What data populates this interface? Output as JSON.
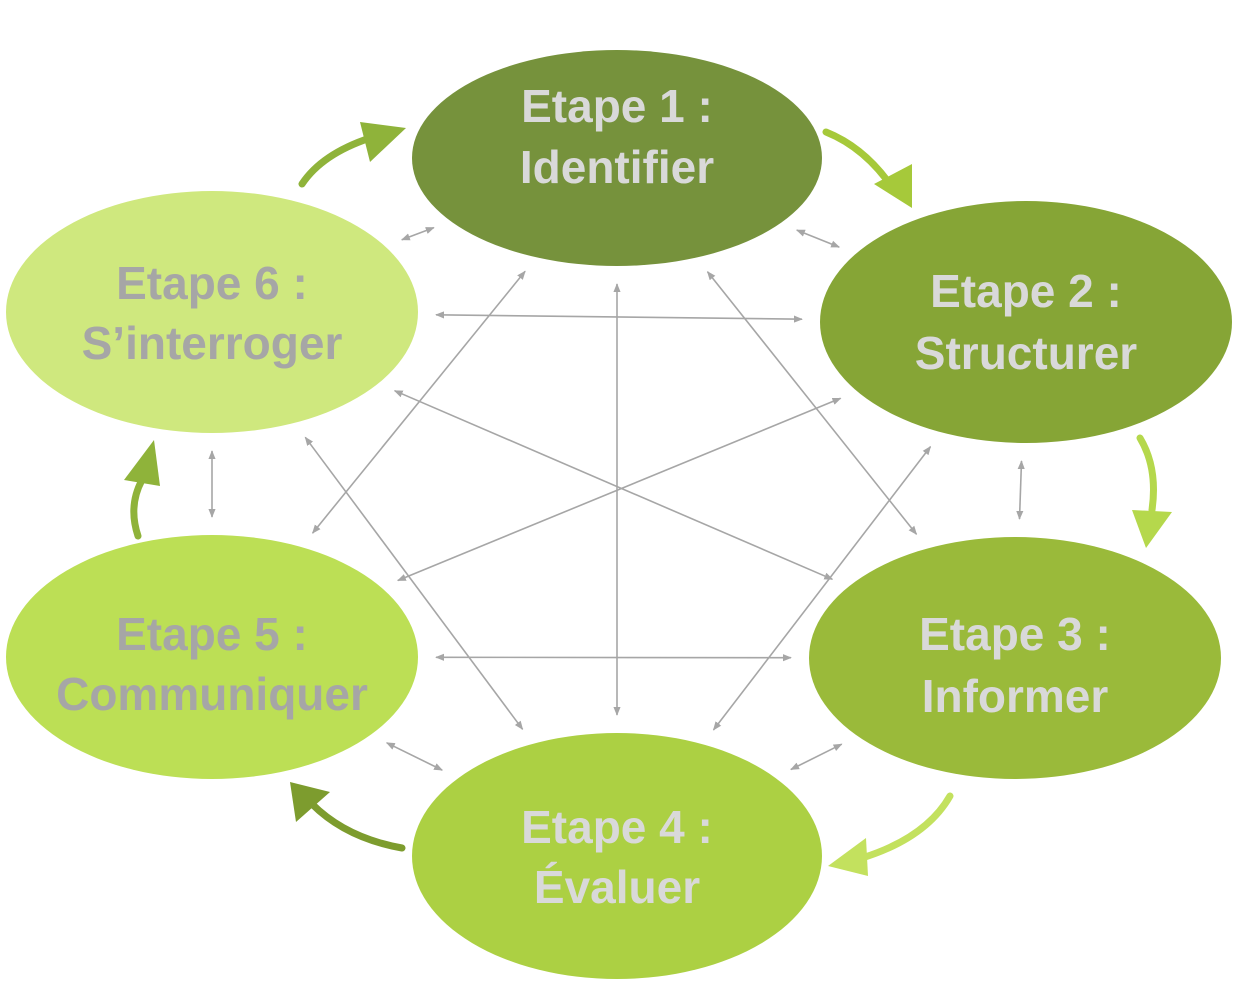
{
  "diagram": {
    "steps": [
      {
        "id": "etape-1",
        "line1": "Etape 1 :",
        "line2": "Identifier",
        "fill": "#76923c",
        "text_color": "#d9d9d9"
      },
      {
        "id": "etape-2",
        "line1": "Etape 2 :",
        "line2": "Structurer",
        "fill": "#86a536",
        "text_color": "#d9d9d9"
      },
      {
        "id": "etape-3",
        "line1": "Etape 3 :",
        "line2": "Informer",
        "fill": "#9aba3a",
        "text_color": "#d9d9d9"
      },
      {
        "id": "etape-4",
        "line1": "Etape 4 :",
        "line2": "Évaluer",
        "fill": "#acd043",
        "text_color": "#d9d9d9"
      },
      {
        "id": "etape-5",
        "line1": "Etape 5 :",
        "line2": "Communiquer",
        "fill": "#bcdf55",
        "text_color": "#a6a6a6"
      },
      {
        "id": "etape-6",
        "line1": "Etape 6 :",
        "line2": "S’interroger",
        "fill": "#cfe87e",
        "text_color": "#a6a6a6"
      }
    ],
    "cycle_arrow_colors": [
      "#a6c93a",
      "#b5d84c",
      "#c3e15e",
      "#7d9c2e",
      "#8fb33a",
      "#8fb33a"
    ],
    "link_color": "#a6a6a6",
    "links": [
      [
        "etape-1",
        "etape-2"
      ],
      [
        "etape-1",
        "etape-3"
      ],
      [
        "etape-1",
        "etape-4"
      ],
      [
        "etape-1",
        "etape-5"
      ],
      [
        "etape-1",
        "etape-6"
      ],
      [
        "etape-2",
        "etape-3"
      ],
      [
        "etape-2",
        "etape-4"
      ],
      [
        "etape-2",
        "etape-5"
      ],
      [
        "etape-2",
        "etape-6"
      ],
      [
        "etape-3",
        "etape-4"
      ],
      [
        "etape-3",
        "etape-5"
      ],
      [
        "etape-3",
        "etape-6"
      ],
      [
        "etape-4",
        "etape-5"
      ],
      [
        "etape-4",
        "etape-6"
      ],
      [
        "etape-5",
        "etape-6"
      ]
    ]
  }
}
